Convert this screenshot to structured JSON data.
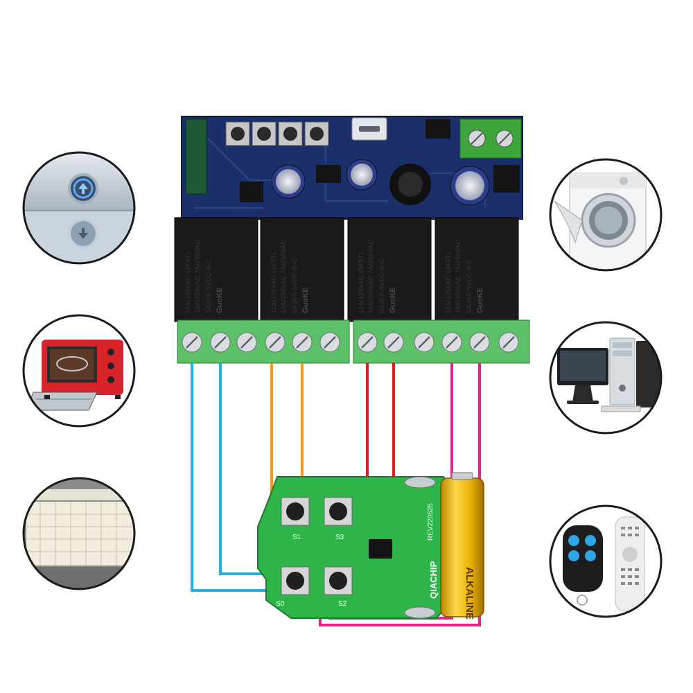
{
  "relay_board": {
    "relays": [
      {
        "brand": "GuoKE",
        "model": "GK3FF-5VDC-S-C",
        "rating1": "10A/250VAC 7A/250VAC",
        "rating2": "12A/125VAC 19F5TL"
      },
      {
        "brand": "GuoKE",
        "model": "GK3FF-5VDC-S-C",
        "rating1": "10A/250VAC 7A/250VAC",
        "rating2": "12A/125VAC 19F5TL"
      },
      {
        "brand": "GuoKE",
        "model": "GK3FF-5VDC-S-C",
        "rating1": "10A/250VAC 7A/250VAC",
        "rating2": "12A/125VAC 19F5TL"
      },
      {
        "brand": "GuoKE",
        "model": "GK3FF-5VDC-S-C",
        "rating1": "10A/250VAC 7A/250VAC",
        "rating2": "12A/125VAC 19F5TL"
      }
    ]
  },
  "remote_board": {
    "brand": "QIACHIP",
    "model": "REV220525",
    "buttons": [
      "S1",
      "S3",
      "S0",
      "S2"
    ],
    "battery_text": "ALKALINE"
  },
  "wires": {
    "colors": [
      "#1fb0e0",
      "#f39a1a",
      "#e8161b",
      "#e2268a"
    ]
  },
  "illustrations": {
    "left": [
      "elevator-buttons",
      "toaster-oven",
      "garage-door"
    ],
    "right": [
      "washing-machine",
      "desktop-computer",
      "remote-controls"
    ]
  }
}
